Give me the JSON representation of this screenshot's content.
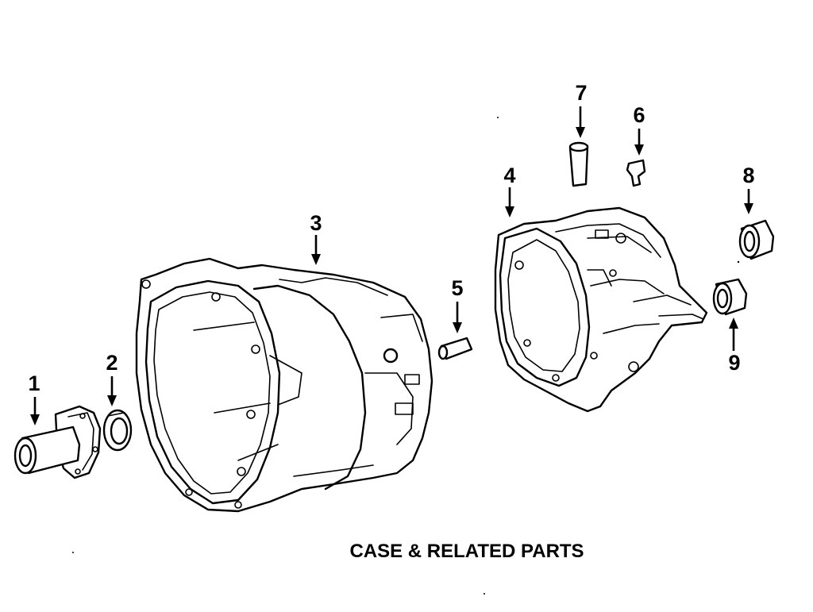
{
  "diagram": {
    "title": "CASE & RELATED PARTS",
    "callouts": [
      {
        "id": "1",
        "label": "1"
      },
      {
        "id": "2",
        "label": "2"
      },
      {
        "id": "3",
        "label": "3"
      },
      {
        "id": "4",
        "label": "4"
      },
      {
        "id": "5",
        "label": "5"
      },
      {
        "id": "6",
        "label": "6"
      },
      {
        "id": "7",
        "label": "7"
      },
      {
        "id": "8",
        "label": "8"
      },
      {
        "id": "9",
        "label": "9"
      }
    ]
  }
}
